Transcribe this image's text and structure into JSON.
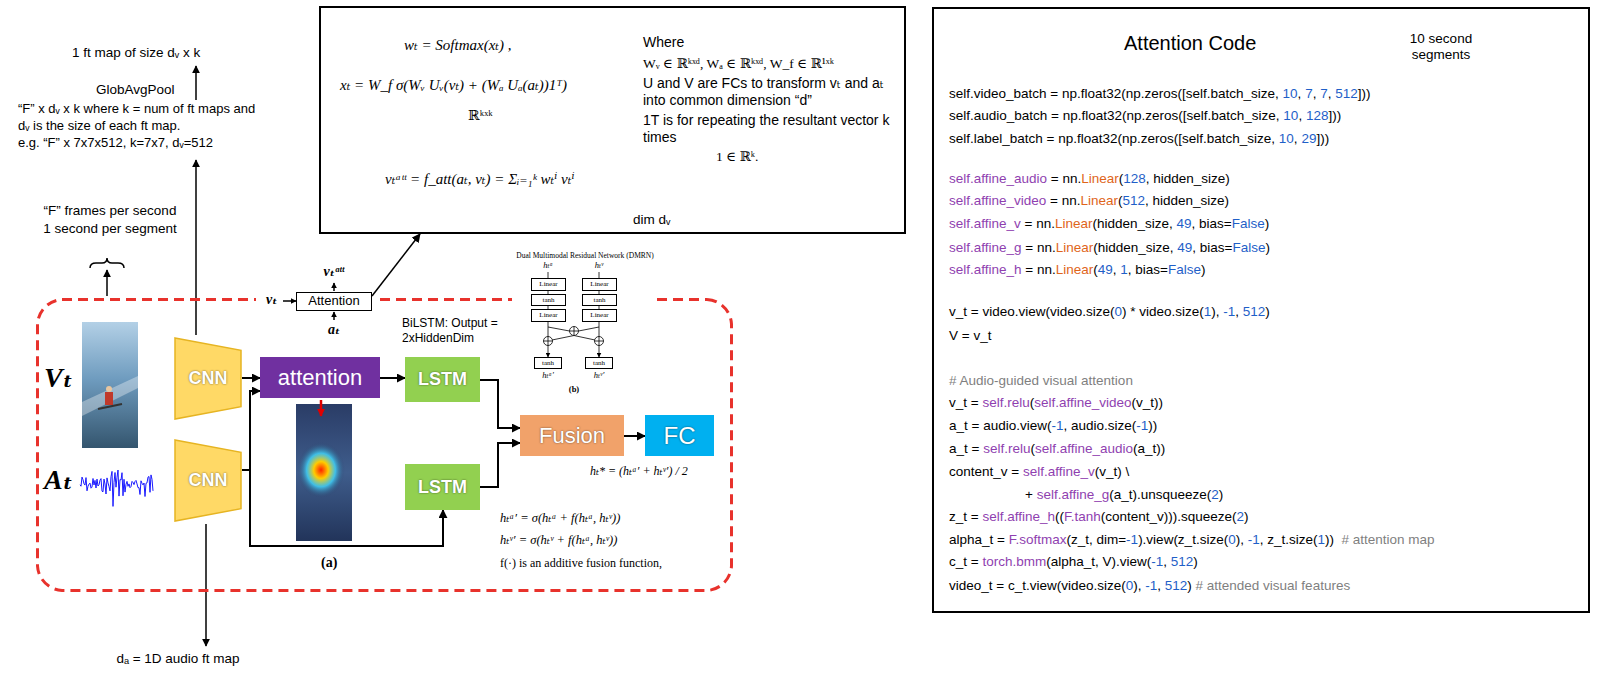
{
  "diagram": {
    "nodes": [
      {
        "text": [
          "wₜ = Softmax(xₜ) ,",
          "xₜ = W_f σ(Wᵥ Uᵥ(vₜ) + (Wₐ Uₐ(aₜ))1ᵀ)",
          "ℝᵏˣᵏ",
          "vₜᵃᵗᵗ = f_att(aₜ, vₜ) = Σᵢ₌₁ᵏ wₜⁱ vₜⁱ",
          "dim dᵥ",
          "Where",
          "Wᵥ ∈ ℝᵏˣᵈ, Wₐ ∈ ℝᵏˣᵈ, W_f ∈ ℝ¹ˣᵏ",
          "U and V are FCs to transform vₜ and aₜ into common dimension “d”",
          "1T is for repeating the resultant vector k times",
          "1 ∈ ℝᵏ."
        ]
      },
      {
        "text": [
          "Attention"
        ]
      },
      {
        "text": [
          "Attention Code",
          "10 second segments",
          "self.video_batch = np.float32(np.zeros([self.batch_size, 10, 7, 7, 512]))",
          "self.audio_batch = np.float32(np.zeros([self.batch_size, 10, 128]))",
          "self.label_batch = np.float32(np.zeros([self.batch_size, 10, 29]))",
          "self.affine_audio = nn.Linear(128, hidden_size)",
          "self.affine_video = nn.Linear(512, hidden_size)",
          "self.affine_v = nn.Linear(hidden_size, 49, bias=False)",
          "self.affine_g = nn.Linear(hidden_size, 49, bias=False)",
          "self.affine_h = nn.Linear(49, 1, bias=False)",
          "v_t = video.view(video.size(0) * video.size(1), -1, 512)",
          "V = v_t",
          "# Audio-guided visual attention",
          "v_t = self.relu(self.affine_video(v_t))",
          "a_t = audio.view(-1, audio.size(-1))",
          "a_t = self.relu(self.affine_audio(a_t))",
          "content_v = self.affine_v(v_t) \\",
          "+ self.affine_g(a_t).unsqueeze(2)",
          "z_t = self.affine_h((F.tanh(content_v))).squeeze(2)",
          "alpha_t = F.softmax(z_t, dim=-1).view(z_t.size(0), -1, z_t.size(1))  # attention map",
          "c_t = torch.bmm(alpha_t, V).view(-1, 512)",
          "video_t = c_t.view(video.size(0), -1, 512) # attended visual features"
        ]
      },
      {
        "text": [
          "(a)"
        ]
      },
      {
        "text": [
          "CNN"
        ],
        "in": 3
      },
      {
        "text": [
          "CNN"
        ],
        "in": 3
      },
      {
        "text": [
          "attention"
        ],
        "in": 3
      },
      {
        "text": [
          "LSTM"
        ],
        "in": 3
      },
      {
        "text": [
          "LSTM"
        ],
        "in": 3
      },
      {
        "text": [
          "Fusion"
        ],
        "in": 3
      },
      {
        "text": [
          "FC"
        ],
        "in": 3
      },
      {
        "text": [
          "Linear"
        ]
      },
      {
        "text": [
          "tanh"
        ]
      },
      {
        "text": [
          "Linear"
        ]
      },
      {
        "text": [
          "Linear"
        ]
      },
      {
        "text": [
          "tanh"
        ]
      },
      {
        "text": [
          "Linear"
        ]
      },
      {
        "text": [
          "tanh"
        ]
      },
      {
        "text": [
          "tanh"
        ]
      }
    ],
    "edges": [
      {
        "from": 4,
        "to": 6,
        "arrow": "to"
      },
      {
        "from": 5,
        "to": 6,
        "arrow": "to"
      },
      {
        "from": 5,
        "to": 8,
        "arrow": "to"
      },
      {
        "from": 6,
        "to": 7,
        "arrow": "to"
      },
      {
        "from": 7,
        "to": 9,
        "arrow": "to"
      },
      {
        "from": 8,
        "to": 9,
        "arrow": "to"
      },
      {
        "from": 9,
        "to": 10,
        "arrow": "to"
      },
      {
        "from": 1,
        "to": 0,
        "arrow": "to"
      },
      {
        "from": 11,
        "to": 12,
        "arrow": "none"
      },
      {
        "from": 12,
        "to": 13,
        "arrow": "none"
      },
      {
        "from": 14,
        "to": 15,
        "arrow": "none"
      },
      {
        "from": 15,
        "to": 16,
        "arrow": "none"
      },
      {
        "from": 13,
        "to": 17,
        "arrow": "to"
      },
      {
        "from": 16,
        "to": 18,
        "arrow": "to"
      }
    ],
    "labels": [
      "1 ft map of size dᵥ x k",
      "GlobAvgPool",
      "“F” x dᵥ x k where k = num of ft maps and dᵥ is the size of each ft map.",
      "e.g. “F” x 7x7x512, k=7x7, dᵥ=512",
      "“F” frames per second",
      "1 second per segment",
      "vₜᵃᵗᵗ",
      "vₜ",
      "aₜ",
      "BiLSTM: Output = 2xHiddenDim",
      "Dual Multimodal Residual Network (DMRN)",
      "hₜᵃ",
      "hₜᵛ",
      "hₜᵃ′",
      "hₜᵛ′",
      "(b)",
      "Vₜ",
      "Aₜ",
      "hₜ* = (hₜᵃ′ + hₜᵛ′) / 2",
      "hₜᵃ′ = σ(hₜᵃ + f(hₜᵃ, hₜᵛ))",
      "hₜᵛ′ = σ(hₜᵛ + f(hₜᵃ, hₜᵛ))",
      "f(·) is an additive fusion function,",
      "dₐ = 1D audio ft map"
    ]
  }
}
